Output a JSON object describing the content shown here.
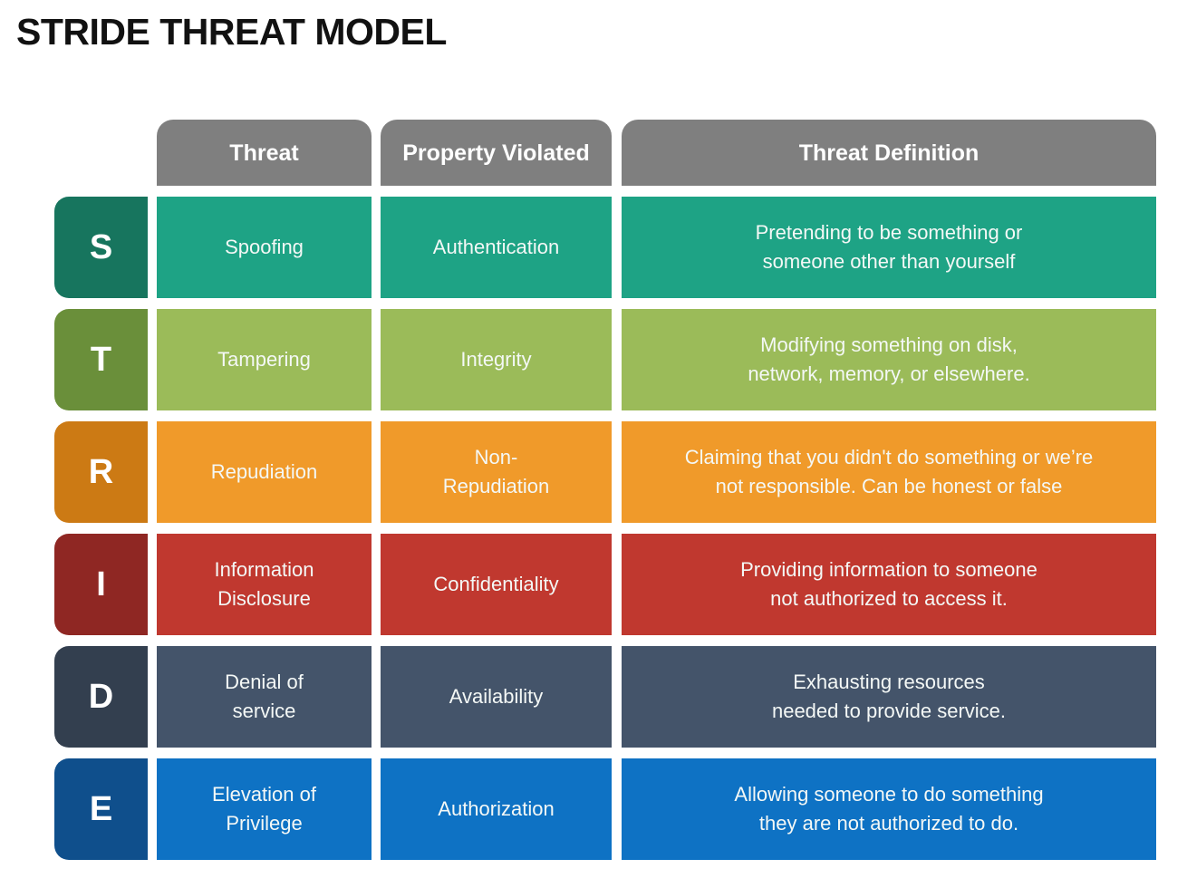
{
  "title": "STRIDE THREAT MODEL",
  "headers": {
    "threat": "Threat",
    "property": "Property Violated",
    "definition": "Threat Definition"
  },
  "header_color": "#7f7f7f",
  "rows": [
    {
      "letter": "S",
      "threat": "Spoofing",
      "property": "Authentication",
      "definition": "Pretending to be something or\nsomeone other than yourself",
      "letter_color": "#17755e",
      "cell_color": "#1ea385"
    },
    {
      "letter": "T",
      "threat": "Tampering",
      "property": "Integrity",
      "definition": "Modifying something on disk,\nnetwork, memory, or elsewhere.",
      "letter_color": "#6a8f3a",
      "cell_color": "#9bbb59"
    },
    {
      "letter": "R",
      "threat": "Repudiation",
      "property": "Non-\nRepudiation",
      "definition": "Claiming that you didn't do something or we’re\nnot responsible. Can be honest or false",
      "letter_color": "#cc7a14",
      "cell_color": "#f09a2a"
    },
    {
      "letter": "I",
      "threat": "Information\nDisclosure",
      "property": "Confidentiality",
      "definition": "Providing information to someone\nnot authorized to access it.",
      "letter_color": "#8f2723",
      "cell_color": "#c0382f"
    },
    {
      "letter": "D",
      "threat": "Denial of\nservice",
      "property": "Availability",
      "definition": "Exhausting resources\nneeded to provide service.",
      "letter_color": "#333f4f",
      "cell_color": "#44546a"
    },
    {
      "letter": "E",
      "threat": "Elevation of\nPrivilege",
      "property": "Authorization",
      "definition": "Allowing someone to do something\nthey are not authorized to do.",
      "letter_color": "#0f4f8c",
      "cell_color": "#0e72c4"
    }
  ]
}
